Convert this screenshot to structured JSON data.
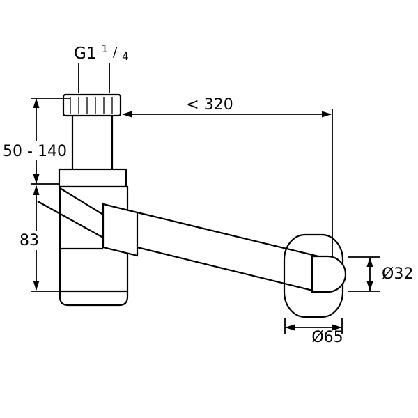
{
  "canvas": {
    "background": "#ffffff",
    "line_color": "#000000"
  },
  "drawing": {
    "thread_label": {
      "base": "G1",
      "numerator": "1",
      "slash": "/",
      "denominator": "4"
    },
    "dimensions": {
      "inlet_height": "50 - 140",
      "body_height": "83",
      "wall_distance": "< 320",
      "pipe_diameter": "Ø32",
      "flange_diameter": "Ø65"
    }
  }
}
